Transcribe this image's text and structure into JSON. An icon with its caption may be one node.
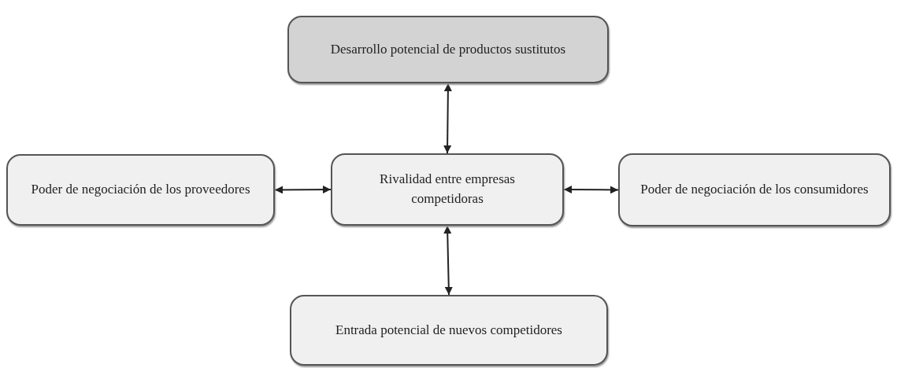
{
  "diagram": {
    "nodes": [
      {
        "text": [
          "Desarrollo potencial de productos sustitutos"
        ]
      },
      {
        "text": [
          "Poder de negociación de los proveedores"
        ]
      },
      {
        "text": [
          "Rivalidad entre empresas competidoras"
        ]
      },
      {
        "text": [
          "Poder de negociación de los consumidores"
        ]
      },
      {
        "text": [
          "Entrada potencial de nuevos competidores"
        ]
      }
    ],
    "edges": [
      {
        "from": 0,
        "to": 2,
        "arrow": "both"
      },
      {
        "from": 1,
        "to": 2,
        "arrow": "both"
      },
      {
        "from": 2,
        "to": 3,
        "arrow": "both"
      },
      {
        "from": 2,
        "to": 4,
        "arrow": "both"
      }
    ]
  }
}
